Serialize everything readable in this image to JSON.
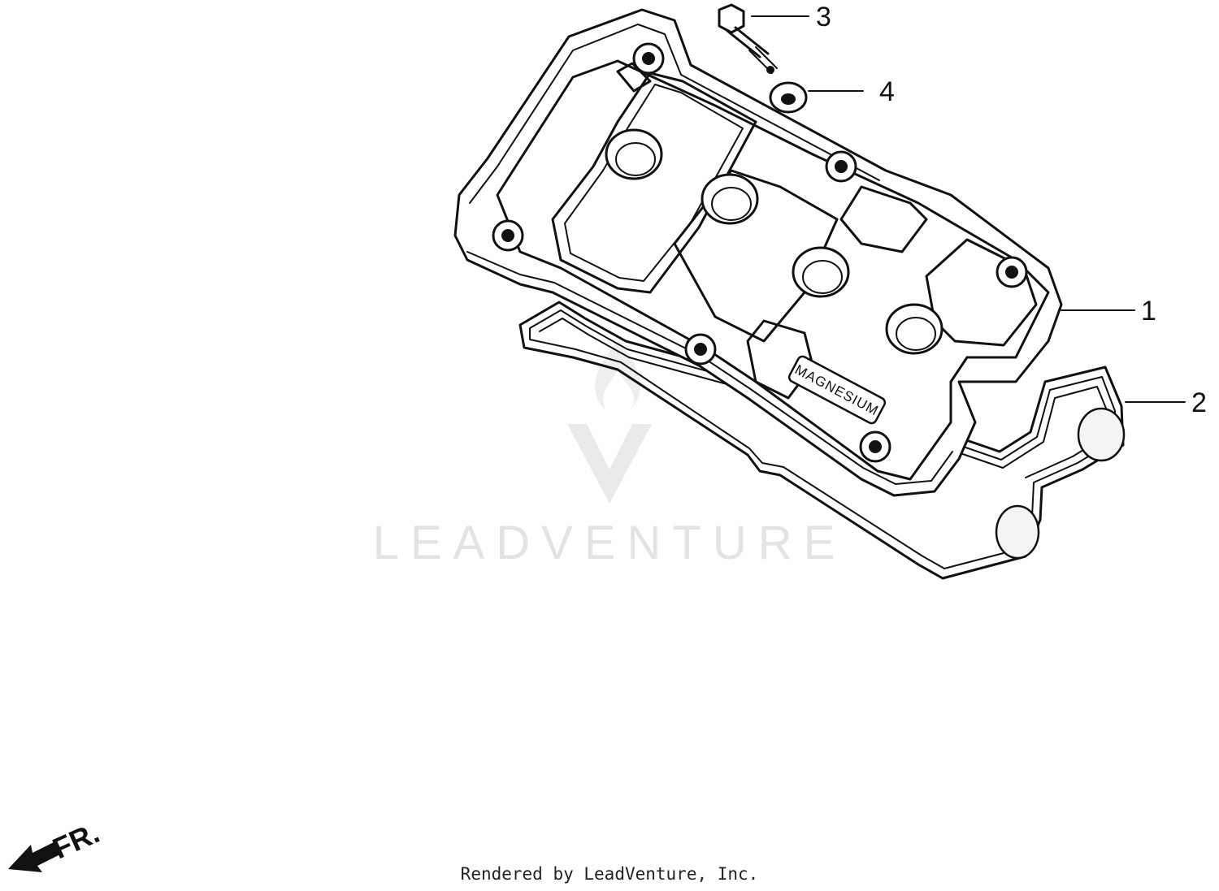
{
  "diagram": {
    "callouts": [
      {
        "number": "1",
        "part": "cylinder-head-cover"
      },
      {
        "number": "2",
        "part": "head-cover-gasket"
      },
      {
        "number": "3",
        "part": "bolt"
      },
      {
        "number": "4",
        "part": "rubber-seal"
      }
    ],
    "embossed_text": "MAGNESIUM",
    "direction_label": "FR."
  },
  "watermark": {
    "text": "LEADVENTURE"
  },
  "footer": {
    "text": "Rendered by LeadVenture, Inc."
  }
}
